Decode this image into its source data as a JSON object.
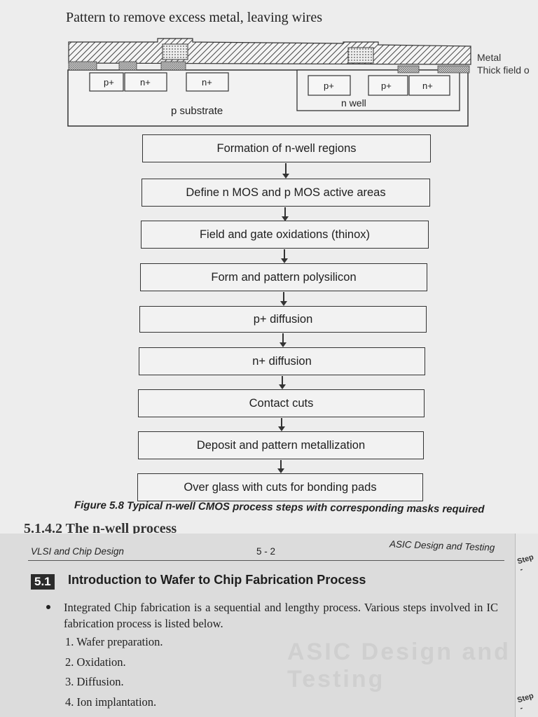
{
  "top_page": {
    "heading": "Pattern to remove excess metal, leaving wires",
    "cross_section": {
      "legend": [
        "Metal",
        "Thick field o"
      ],
      "regions": [
        "p+",
        "n+",
        "n+",
        "p+",
        "p+",
        "n+"
      ],
      "well_label": "n well",
      "substrate_label": "p substrate"
    },
    "flow_steps": [
      "Formation of n-well regions",
      "Define n MOS and p MOS active areas",
      "Field and gate oxidations (thinox)",
      "Form and pattern polysilicon",
      "p+ diffusion",
      "n+ diffusion",
      "Contact cuts",
      "Deposit and pattern metallization",
      "Over glass with cuts for bonding pads"
    ],
    "figure_caption": "Figure 5.8 Typical n-well CMOS process steps with corresponding masks required",
    "partial_heading": "5.1.4.2  The n-well process"
  },
  "bottom_page": {
    "header_left": "VLSI and Chip Design",
    "header_center": "5 - 2",
    "header_right": "ASIC Design and Testing",
    "section_number": "5.1",
    "section_title": "Introduction to Wafer to Chip Fabrication Process",
    "bullet": "Integrated Chip fabrication is a sequential and lengthy process. Various steps involved in IC fabrication process is listed below.",
    "steps": [
      "1. Wafer preparation.",
      "2. Oxidation.",
      "3. Diffusion.",
      "4. Ion implantation."
    ],
    "margin_notes": [
      "Step -",
      "Step -"
    ]
  }
}
